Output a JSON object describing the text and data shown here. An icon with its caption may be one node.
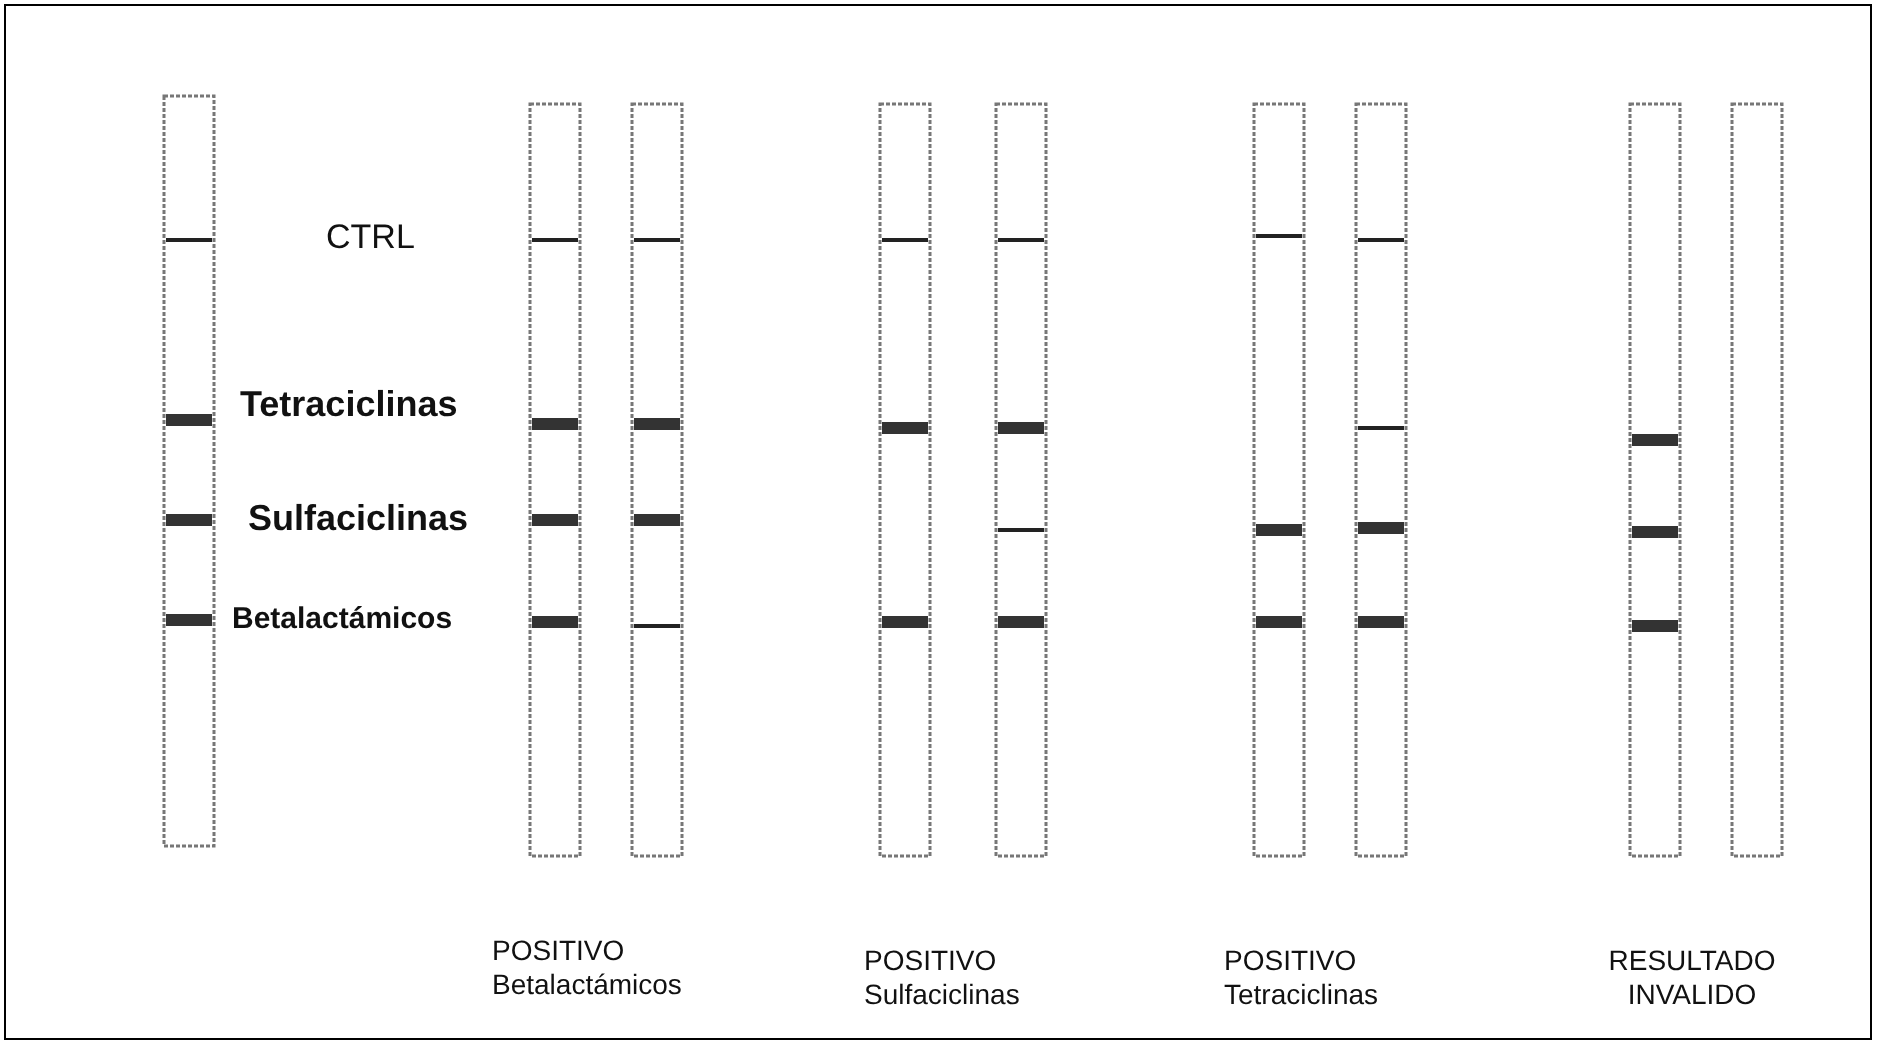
{
  "diagram": {
    "labels": [
      "CTRL",
      "Tetraciclinas",
      "Sulfaciclinas",
      "Betalactámicos",
      "POSITIVO Betalactámicos",
      "POSITIVO Sulfaciclinas",
      "POSITIVO Tetraciclinas",
      "RESULTADO INVALIDO"
    ]
  }
}
